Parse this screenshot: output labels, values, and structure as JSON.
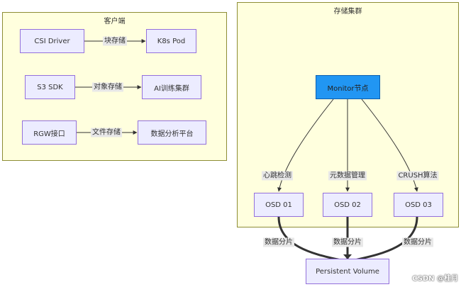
{
  "client": {
    "title": "客户端",
    "csi": "CSI Driver",
    "k8s": "K8s Pod",
    "s3": "S3 SDK",
    "ai": "AI训练集群",
    "rgw": "RGW接口",
    "data": "数据分析平台",
    "edge_block": "块存储",
    "edge_object": "对象存储",
    "edge_file": "文件存储"
  },
  "cluster": {
    "title": "存储集群",
    "monitor": "Monitor节点",
    "osd1": "OSD 01",
    "osd2": "OSD 02",
    "osd3": "OSD 03",
    "edge_heartbeat": "心跳检测",
    "edge_meta": "元数据管理",
    "edge_crush": "CRUSH算法"
  },
  "volume": {
    "label": "Persistent Volume",
    "edge_shard": "数据分片"
  },
  "watermark": "CSDN @桂月",
  "colors": {
    "cluster_bg": "#ffffde",
    "node_bg": "#ececff",
    "node_border": "#9370db",
    "monitor_bg": "#2196f3"
  }
}
